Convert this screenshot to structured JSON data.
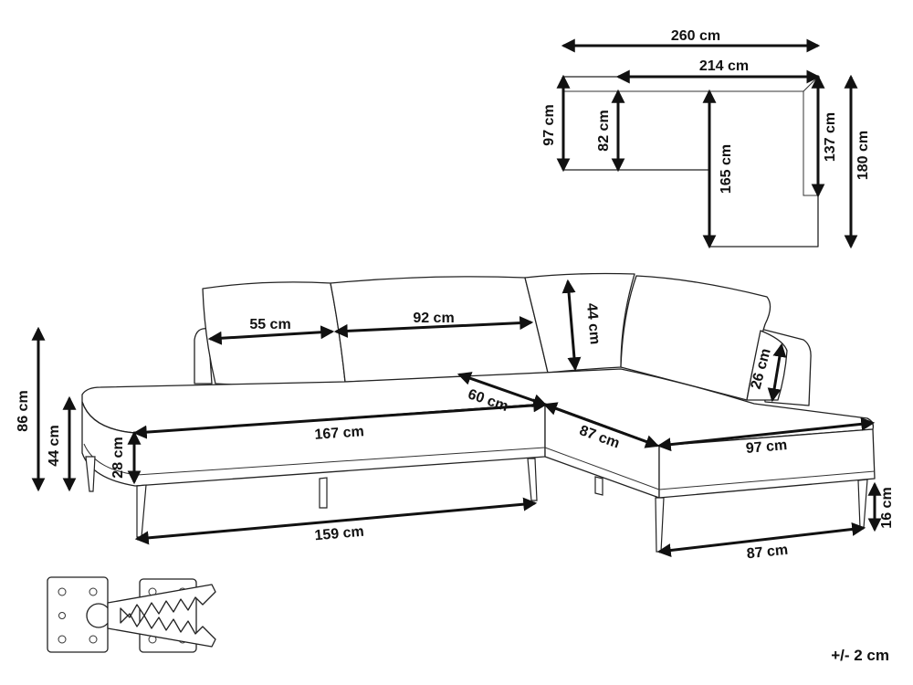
{
  "dimensions": {
    "plan_total_width": "260 cm",
    "plan_chaise_width": "214 cm",
    "plan_left_depth": "97 cm",
    "plan_left_seat_depth": "82 cm",
    "plan_chaise_seat_length": "165 cm",
    "plan_chaise_inner_length": "137 cm",
    "plan_total_length": "180 cm",
    "total_height": "86 cm",
    "seat_height": "44 cm",
    "base_height": "28 cm",
    "cushion_55": "55 cm",
    "cushion_92": "92 cm",
    "cushion_height": "44 cm",
    "seat_depth": "60 cm",
    "pillow_26": "26 cm",
    "seat_width_long": "167 cm",
    "corner_87": "87 cm",
    "chaise_front": "97 cm",
    "leg_span_long": "159 cm",
    "leg_span_chaise": "87 cm",
    "leg_height": "16 cm"
  },
  "tolerance": "+/- 2 cm"
}
